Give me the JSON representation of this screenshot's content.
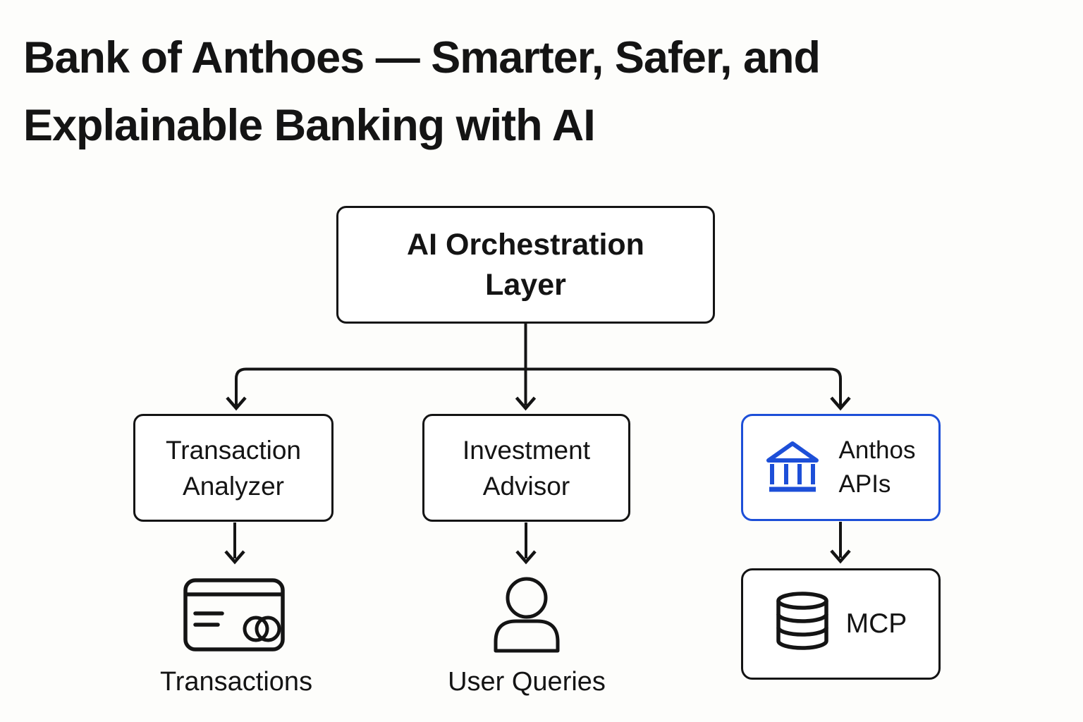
{
  "title": {
    "line1": "Bank of Anthoes — Smarter, Safer, and",
    "line2": "Explainable Banking with AI"
  },
  "colors": {
    "ink": "#141414",
    "accent": "#1d4fd8",
    "background": "#fdfdfb"
  },
  "nodes": {
    "orchestration": {
      "line1": "AI Orchestration",
      "line2": "Layer"
    },
    "transaction_analyzer": {
      "line1": "Transaction",
      "line2": "Analyzer"
    },
    "investment_advisor": {
      "line1": "Investment",
      "line2": "Advisor"
    },
    "anthos_apis": {
      "line1": "Anthos",
      "line2": "APIs",
      "icon": "bank-icon"
    },
    "mcp": {
      "label": "MCP",
      "icon": "database-icon"
    }
  },
  "leaves": {
    "transactions": {
      "label": "Transactions",
      "icon": "credit-card-icon"
    },
    "user_queries": {
      "label": "User Queries",
      "icon": "user-icon"
    }
  },
  "edges": [
    {
      "from": "AI Orchestration Layer",
      "to": "Transaction Analyzer"
    },
    {
      "from": "AI Orchestration Layer",
      "to": "Investment Advisor"
    },
    {
      "from": "AI Orchestration Layer",
      "to": "Anthos APIs"
    },
    {
      "from": "Transaction Analyzer",
      "to": "Transactions"
    },
    {
      "from": "Investment Advisor",
      "to": "User Queries"
    },
    {
      "from": "Anthos APIs",
      "to": "MCP"
    }
  ]
}
